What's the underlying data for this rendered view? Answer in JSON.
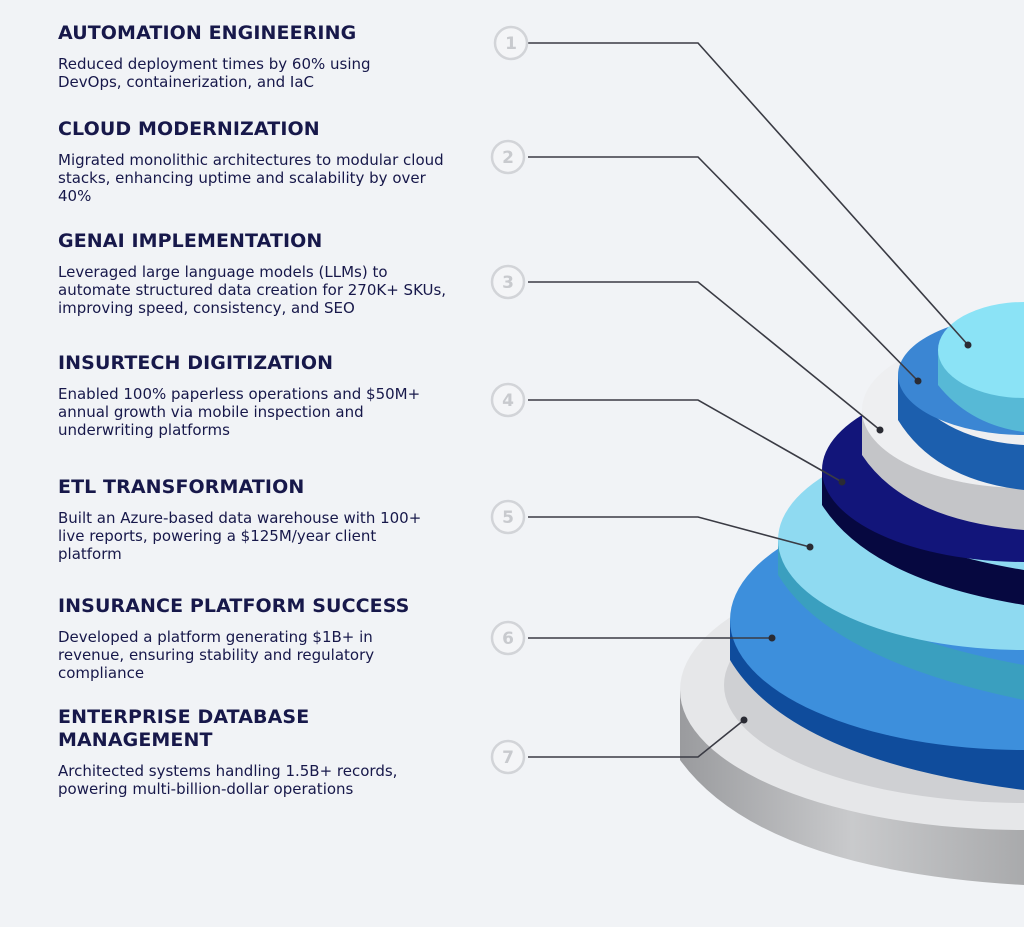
{
  "items": [
    {
      "number": "1",
      "title": "AUTOMATION ENGINEERING",
      "description": "Reduced deployment times by 60% using DevOps, containerization, and IaC"
    },
    {
      "number": "2",
      "title": "CLOUD MODERNIZATION",
      "description": "Migrated monolithic architectures to modular cloud stacks, enhancing uptime and scalability by over 40%"
    },
    {
      "number": "3",
      "title": "GENAI IMPLEMENTATION",
      "description": "Leveraged large language models (LLMs) to automate structured data creation for 270K+ SKUs, improving speed, consistency, and SEO"
    },
    {
      "number": "4",
      "title": "INSURTECH DIGITIZATION",
      "description": "Enabled 100% paperless operations and $50M+ annual growth via mobile inspection and underwriting platforms"
    },
    {
      "number": "5",
      "title": "ETL TRANSFORMATION",
      "description": "Built an Azure-based data warehouse with 100+ live reports, powering a $125M/year client platform"
    },
    {
      "number": "6",
      "title": "INSURANCE PLATFORM SUCCESS",
      "description": "Developed a platform generating $1B+ in revenue, ensuring stability and regulatory compliance"
    },
    {
      "number": "7",
      "title": "ENTERPRISE DATABASE MANAGEMENT",
      "description": "Architected systems handling 1.5B+ records, powering multi-billion-dollar operations"
    }
  ],
  "colors": {
    "text": "#17184a",
    "circle": "#d2d4d8",
    "line": "#3a3b44",
    "layer1": "#86dcf2",
    "layer2": "#2f79c7",
    "layer3": "#e4e5e7",
    "layer4": "#0d1060",
    "layer5": "#7fd3ec",
    "layer6": "#2e7fd0",
    "layer7": "#d9dadc"
  }
}
